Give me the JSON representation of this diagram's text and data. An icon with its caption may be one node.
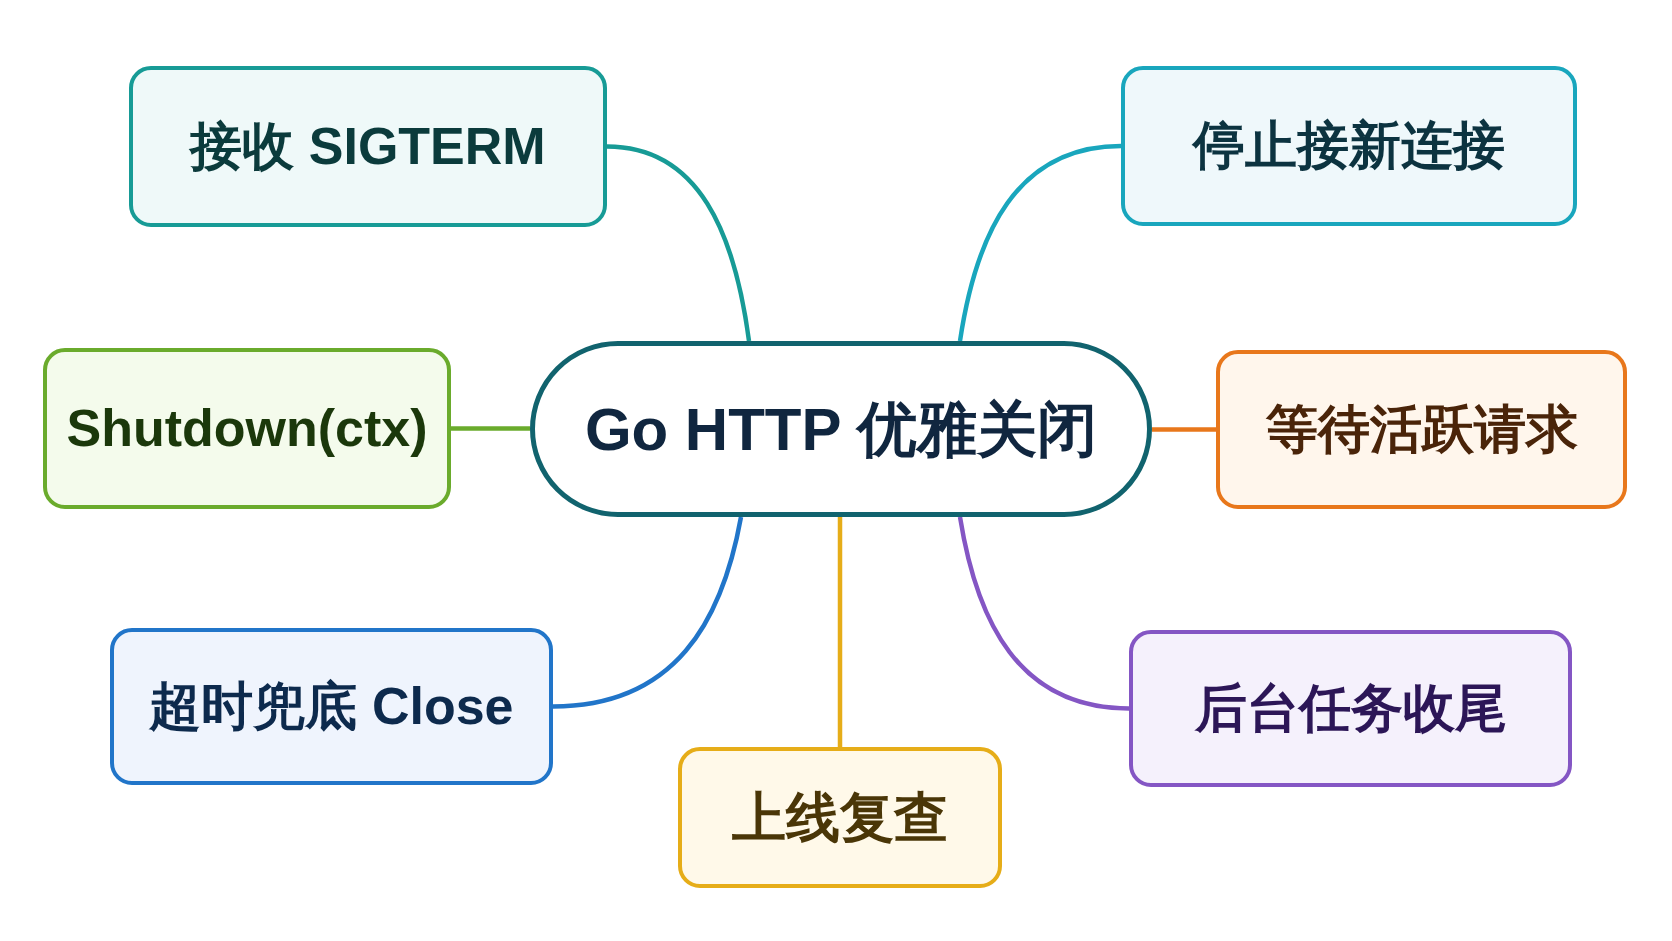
{
  "diagram": {
    "nodes": [
      {
        "text": [
          "Go HTTP 优雅关闭"
        ]
      },
      {
        "text": [
          "接收 SIGTERM"
        ]
      },
      {
        "text": [
          "停止接新连接"
        ]
      },
      {
        "text": [
          "Shutdown(ctx)"
        ]
      },
      {
        "text": [
          "等待活跃请求"
        ]
      },
      {
        "text": [
          "超时兜底 Close"
        ]
      },
      {
        "text": [
          "上线复查"
        ]
      },
      {
        "text": [
          "后台任务收尾"
        ]
      }
    ],
    "edges": [
      {
        "from": 0,
        "to": 1,
        "arrow": "none",
        "color": "#179b96"
      },
      {
        "from": 0,
        "to": 2,
        "arrow": "none",
        "color": "#19a6bd"
      },
      {
        "from": 0,
        "to": 3,
        "arrow": "none",
        "color": "#6aab2c"
      },
      {
        "from": 0,
        "to": 4,
        "arrow": "none",
        "color": "#e8771b"
      },
      {
        "from": 0,
        "to": 5,
        "arrow": "none",
        "color": "#2175c9"
      },
      {
        "from": 0,
        "to": 6,
        "arrow": "none",
        "color": "#e6ad18"
      },
      {
        "from": 0,
        "to": 7,
        "arrow": "none",
        "color": "#8456c4"
      }
    ]
  }
}
